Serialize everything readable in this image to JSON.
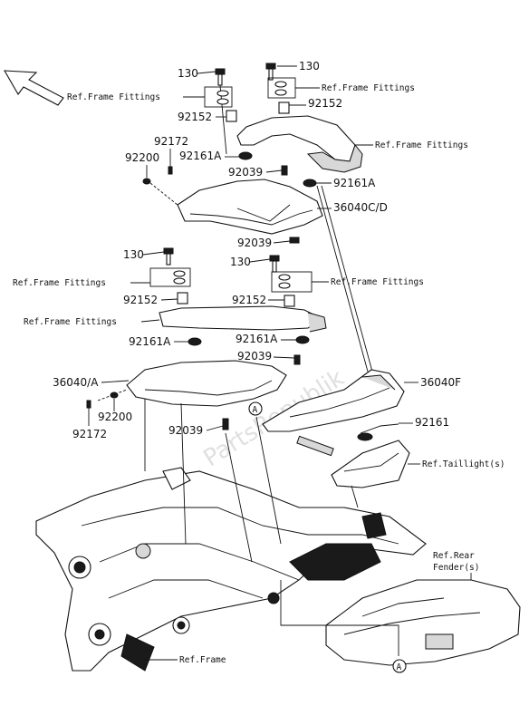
{
  "watermark": "PartsRepublik",
  "labels": {
    "bolt_top_left": "130",
    "bolt_top_right": "130",
    "ref_frame_fittings_1": "Ref.Frame Fittings",
    "ref_frame_fittings_2": "Ref.Frame Fittings",
    "spacer_top_left": "92152",
    "spacer_top_right": "92152",
    "ref_frame_fittings_3": "Ref.Frame Fittings",
    "screw_top": "92172",
    "washer_top": "92200",
    "damper_top_left": "92161A",
    "clip_top": "92039",
    "damper_top_right": "92161A",
    "cover_top": "36040C/D",
    "clip_mid": "92039",
    "bolt_mid_left": "130",
    "bolt_mid_right": "130",
    "ref_frame_fittings_4": "Ref.Frame Fittings",
    "ref_frame_fittings_5": "Ref.Frame Fittings",
    "spacer_mid_left": "92152",
    "spacer_mid_right": "92152",
    "ref_frame_fittings_6": "Ref.Frame Fittings",
    "damper_mid_left": "92161A",
    "damper_mid_right": "92161A",
    "clip_mid2": "92039",
    "cover_side": "36040/A",
    "cover_rear": "36040F",
    "washer_bottom": "92200",
    "damper_rear": "92161",
    "screw_bottom": "92172",
    "clip_bottom": "92039",
    "ref_taillight": "Ref.Taillight(s)",
    "ref_rear_fender_1": "Ref.Rear",
    "ref_rear_fender_2": "Fender(s)",
    "ref_frame": "Ref.Frame",
    "callout_a1": "A",
    "callout_a2": "A"
  }
}
